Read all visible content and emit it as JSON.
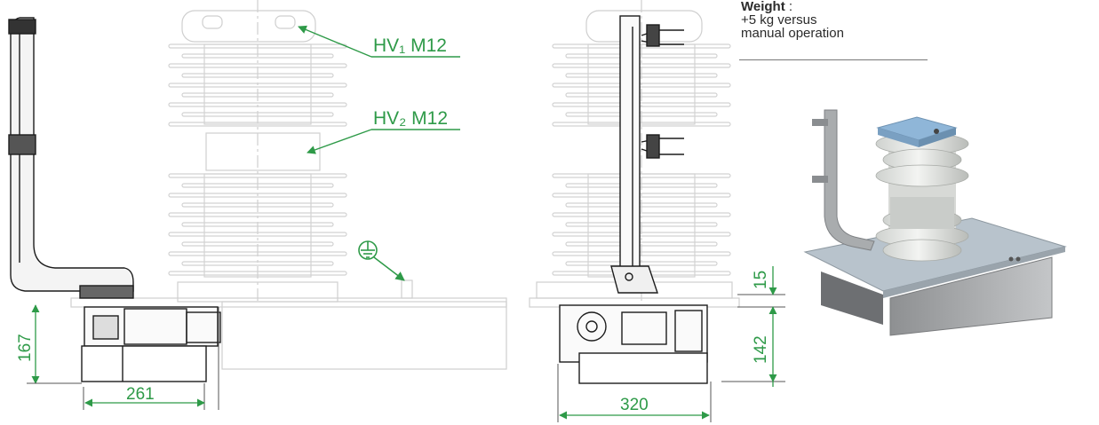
{
  "labels": {
    "hv1": "HV₁ M12",
    "hv2": "HV₂ M12"
  },
  "dimensions": {
    "height_left": "167",
    "width_left": "261",
    "width_right": "320",
    "height_plate": "15",
    "height_right": "142"
  },
  "note": {
    "title": "Weight",
    "separator": " :",
    "line1": "+5 kg  versus",
    "line2": "manual operation"
  },
  "icons": {
    "ground": "earth-ground-icon"
  },
  "colors": {
    "dimension": "#2e9a48",
    "outline": "#1c1c1c",
    "faded": "#c9c9c9"
  }
}
